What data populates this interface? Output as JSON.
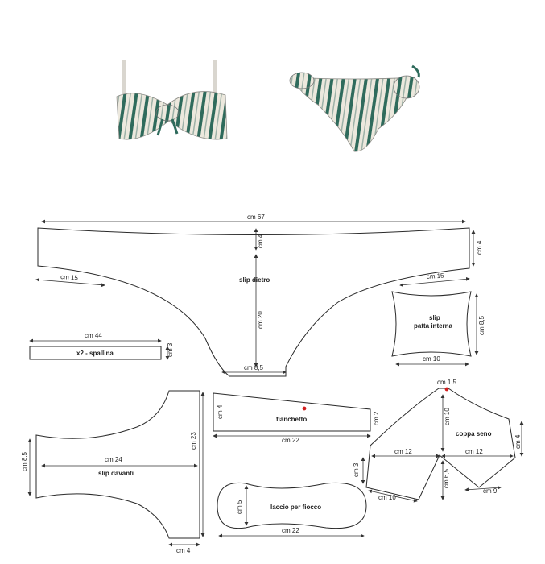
{
  "photos": {
    "bikini_top": "striped bikini top with bow",
    "bikini_bottom": "striped bikini bottom with side ties"
  },
  "pieces": {
    "slip_dietro": "slip dietro",
    "slip_patta_interna_line1": "slip",
    "slip_patta_interna_line2": "patta interna",
    "spallina": "x2 - spallina",
    "slip_davanti": "slip davanti",
    "fianchetto": "fianchetto",
    "coppa_seno": "coppa seno",
    "laccio": "laccio per fiocco"
  },
  "dims": {
    "d67": "cm 67",
    "d4_top": "cm 4",
    "d4_right": "cm 4",
    "d15_left": "cm 15",
    "d15_right": "cm 15",
    "d20": "cm 20",
    "d8_5_bottom": "cm 8,5",
    "d8_5_patta": "cm 8,5",
    "d10_patta": "cm 10",
    "d44": "cm 44",
    "d3_spallina": "cm 3",
    "d8_5_davanti": "cm 8,5",
    "d24": "cm 24",
    "d23": "cm 23",
    "d4_davanti": "cm 4",
    "d4_fianchetto": "cm 4",
    "d2_fianchetto": "cm 2",
    "d22_fianchetto": "cm 22",
    "d5_laccio": "cm 5",
    "d22_laccio": "cm 22",
    "d1_5_coppa": "cm 1,5",
    "d10_coppa": "cm 10",
    "d12_left": "cm 12",
    "d12_right": "cm 12",
    "d4_coppa": "cm 4",
    "d3_coppa": "cm 3",
    "d6_5_coppa": "cm 6,5",
    "d10_coppa_bottom": "cm 10",
    "d9_coppa": "cm 9"
  },
  "colors": {
    "stripe_green": "#2f6b5c",
    "fabric": "#ece8dd",
    "marker_red": "#d21f1f"
  }
}
